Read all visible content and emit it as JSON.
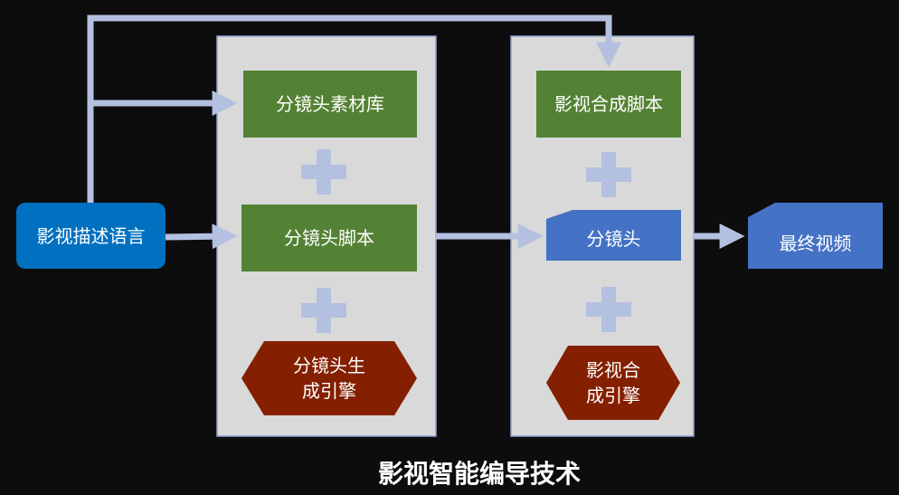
{
  "title": "影视智能编导技术",
  "input": {
    "label": "影视描述语言"
  },
  "panel1": {
    "library": "分镜头素材库",
    "script": "分镜头脚本",
    "engine_line1": "分镜头生",
    "engine_line2": "成引擎"
  },
  "panel2": {
    "script": "影视合成脚本",
    "shot": "分镜头",
    "engine_line1": "影视合",
    "engine_line2": "成引擎"
  },
  "output": {
    "label": "最终视频"
  },
  "colors": {
    "background": "#0d0d0d",
    "panel": "#d9d9d9",
    "green": "#548235",
    "blue": "#4472c4",
    "input": "#0070c0",
    "engine": "#842000",
    "arrow": "#b4c0e0"
  }
}
